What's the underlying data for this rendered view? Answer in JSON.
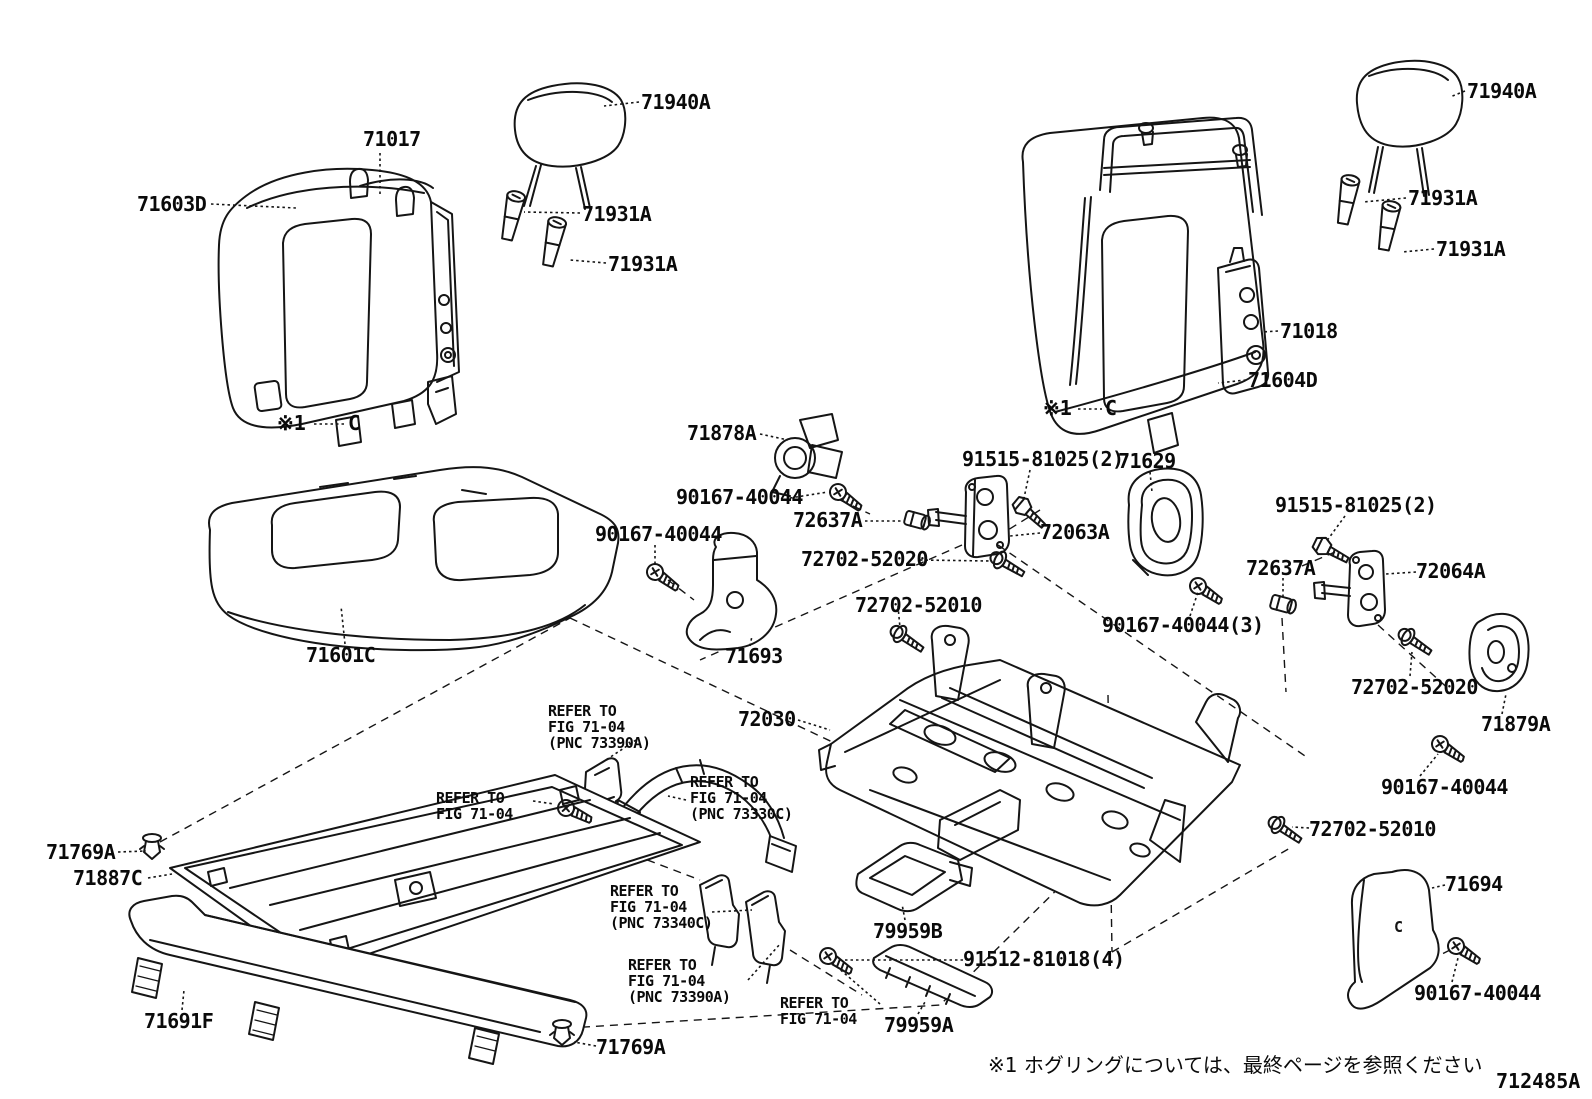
{
  "footnote": "※1 ホグリングについては、最終ページを参照ください",
  "drawing_code": "712485A",
  "cover_mark": "C",
  "notes": {
    "left": {
      "marker": "※1",
      "letter": "C"
    },
    "right": {
      "marker": "※1",
      "letter": "C"
    }
  },
  "labels": [
    {
      "text": "71940A"
    },
    {
      "text": "71017"
    },
    {
      "text": "71603D"
    },
    {
      "text": "71931A"
    },
    {
      "text": "71931A"
    },
    {
      "text": "71940A"
    },
    {
      "text": "71931A"
    },
    {
      "text": "71931A"
    },
    {
      "text": "71018"
    },
    {
      "text": "71604D"
    },
    {
      "text": "71878A"
    },
    {
      "text": "90167-40044"
    },
    {
      "text": "91515-81025(2)"
    },
    {
      "text": "71629"
    },
    {
      "text": "72637A"
    },
    {
      "text": "72063A"
    },
    {
      "text": "91515-81025(2)"
    },
    {
      "text": "90167-40044"
    },
    {
      "text": "72702-52020"
    },
    {
      "text": "72637A"
    },
    {
      "text": "72064A"
    },
    {
      "text": "72702-52010"
    },
    {
      "text": "90167-40044(3)"
    },
    {
      "text": "71693"
    },
    {
      "text": "72702-52020"
    },
    {
      "text": "71601C"
    },
    {
      "text": "71879A"
    },
    {
      "text": "72030"
    },
    {
      "text": "90167-40044"
    },
    {
      "text": "72702-52010"
    },
    {
      "text": "71769A"
    },
    {
      "text": "71887C"
    },
    {
      "text": "71694"
    },
    {
      "text": "79959B"
    },
    {
      "text": "91512-81018(4)"
    },
    {
      "text": "90167-40044"
    },
    {
      "text": "71691F"
    },
    {
      "text": "79959A"
    },
    {
      "text": "71769A"
    }
  ],
  "refer_blocks": [
    {
      "lines": [
        "REFER TO",
        "FIG 71-04",
        "(PNC 73390A)"
      ]
    },
    {
      "lines": [
        "REFER TO",
        "FIG 71-04"
      ]
    },
    {
      "lines": [
        "REFER TO",
        "FIG 71-04",
        "(PNC 73330C)"
      ]
    },
    {
      "lines": [
        "REFER TO",
        "FIG 71-04",
        "(PNC 73340C)"
      ]
    },
    {
      "lines": [
        "REFER TO",
        "FIG 71-04",
        "(PNC 73390A)"
      ]
    },
    {
      "lines": [
        "REFER TO",
        "FIG 71-04"
      ]
    }
  ]
}
